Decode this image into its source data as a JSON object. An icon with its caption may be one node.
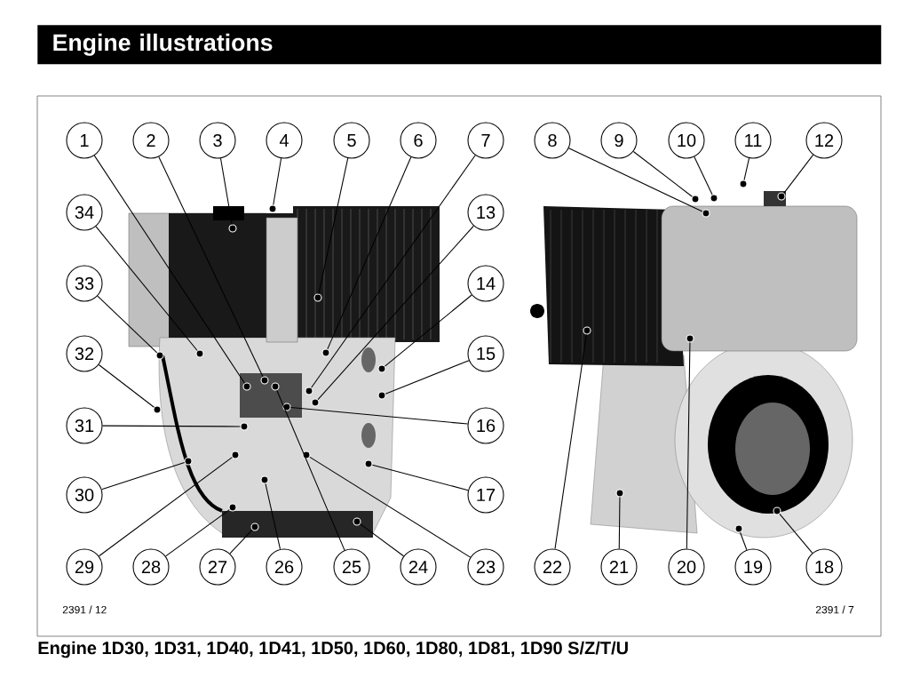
{
  "diagram": {
    "title": "Engine illustrations",
    "caption": "Engine 1D30, 1D31, 1D40, 1D41, 1D50, 1D60, 1D80, 1D81, 1D90 S/Z/T/U",
    "nodes": [
      {
        "text": [
          "1"
        ]
      },
      {
        "text": [
          "2"
        ]
      },
      {
        "text": [
          "3"
        ]
      },
      {
        "text": [
          "4"
        ]
      },
      {
        "text": [
          "5"
        ]
      },
      {
        "text": [
          "6"
        ]
      },
      {
        "text": [
          "7"
        ]
      },
      {
        "text": [
          "8"
        ]
      },
      {
        "text": [
          "9"
        ]
      },
      {
        "text": [
          "10"
        ]
      },
      {
        "text": [
          "11"
        ]
      },
      {
        "text": [
          "12"
        ]
      },
      {
        "text": [
          "34"
        ]
      },
      {
        "text": [
          "13"
        ]
      },
      {
        "text": [
          "33"
        ]
      },
      {
        "text": [
          "14"
        ]
      },
      {
        "text": [
          "32"
        ]
      },
      {
        "text": [
          "15"
        ]
      },
      {
        "text": [
          "31"
        ]
      },
      {
        "text": [
          "16"
        ]
      },
      {
        "text": [
          "30"
        ]
      },
      {
        "text": [
          "17"
        ]
      },
      {
        "text": [
          "29"
        ]
      },
      {
        "text": [
          "28"
        ]
      },
      {
        "text": [
          "27"
        ]
      },
      {
        "text": [
          "26"
        ]
      },
      {
        "text": [
          "25"
        ]
      },
      {
        "text": [
          "24"
        ]
      },
      {
        "text": [
          "23"
        ]
      },
      {
        "text": [
          "22"
        ]
      },
      {
        "text": [
          "21"
        ]
      },
      {
        "text": [
          "20"
        ]
      },
      {
        "text": [
          "19"
        ]
      },
      {
        "text": [
          "18"
        ]
      },
      {
        "text": [],
        "shape": "circle"
      },
      {
        "text": [],
        "shape": "circle"
      },
      {
        "text": [],
        "shape": "circle"
      },
      {
        "text": [],
        "shape": "circle"
      },
      {
        "text": [],
        "shape": "circle"
      },
      {
        "text": [],
        "shape": "circle"
      },
      {
        "text": [],
        "shape": "circle"
      },
      {
        "text": [],
        "shape": "circle"
      },
      {
        "text": [],
        "shape": "circle"
      },
      {
        "text": [],
        "shape": "circle"
      },
      {
        "text": [],
        "shape": "circle"
      },
      {
        "text": [],
        "shape": "circle"
      },
      {
        "text": [],
        "shape": "circle"
      },
      {
        "text": [],
        "shape": "circle"
      },
      {
        "text": [],
        "shape": "circle"
      },
      {
        "text": [],
        "shape": "circle"
      },
      {
        "text": [],
        "shape": "circle"
      },
      {
        "text": [],
        "shape": "circle"
      },
      {
        "text": [],
        "shape": "circle"
      },
      {
        "text": [],
        "shape": "circle"
      },
      {
        "text": [],
        "shape": "circle"
      },
      {
        "text": [],
        "shape": "circle"
      },
      {
        "text": [],
        "shape": "circle"
      },
      {
        "text": [],
        "shape": "circle"
      },
      {
        "text": [],
        "shape": "circle"
      },
      {
        "text": [],
        "shape": "circle"
      },
      {
        "text": [],
        "shape": "circle"
      },
      {
        "text": [],
        "shape": "circle"
      },
      {
        "text": [],
        "shape": "circle"
      },
      {
        "text": [],
        "shape": "circle"
      },
      {
        "text": [],
        "shape": "circle"
      },
      {
        "text": [],
        "shape": "circle"
      },
      {
        "text": [],
        "shape": "circle"
      },
      {
        "text": [],
        "shape": "circle"
      }
    ],
    "edges": [
      {
        "from": 0,
        "to": 34,
        "arrow": "none"
      },
      {
        "from": 1,
        "to": 35,
        "arrow": "none"
      },
      {
        "from": 2,
        "to": 36,
        "arrow": "none"
      },
      {
        "from": 3,
        "to": 37,
        "arrow": "none"
      },
      {
        "from": 4,
        "to": 38,
        "arrow": "none"
      },
      {
        "from": 5,
        "to": 39,
        "arrow": "none"
      },
      {
        "from": 6,
        "to": 40,
        "arrow": "none"
      },
      {
        "from": 7,
        "to": 41,
        "arrow": "none"
      },
      {
        "from": 8,
        "to": 42,
        "arrow": "none"
      },
      {
        "from": 9,
        "to": 43,
        "arrow": "none"
      },
      {
        "from": 10,
        "to": 44,
        "arrow": "none"
      },
      {
        "from": 11,
        "to": 45,
        "arrow": "none"
      },
      {
        "from": 12,
        "to": 46,
        "arrow": "none"
      },
      {
        "from": 13,
        "to": 47,
        "arrow": "none"
      },
      {
        "from": 14,
        "to": 48,
        "arrow": "none"
      },
      {
        "from": 15,
        "to": 49,
        "arrow": "none"
      },
      {
        "from": 16,
        "to": 50,
        "arrow": "none"
      },
      {
        "from": 17,
        "to": 51,
        "arrow": "none"
      },
      {
        "from": 18,
        "to": 52,
        "arrow": "none"
      },
      {
        "from": 19,
        "to": 53,
        "arrow": "none"
      },
      {
        "from": 20,
        "to": 54,
        "arrow": "none"
      },
      {
        "from": 21,
        "to": 55,
        "arrow": "none"
      },
      {
        "from": 22,
        "to": 56,
        "arrow": "none"
      },
      {
        "from": 23,
        "to": 57,
        "arrow": "none"
      },
      {
        "from": 24,
        "to": 58,
        "arrow": "none"
      },
      {
        "from": 25,
        "to": 59,
        "arrow": "none"
      },
      {
        "from": 26,
        "to": 60,
        "arrow": "none"
      },
      {
        "from": 27,
        "to": 61,
        "arrow": "none"
      },
      {
        "from": 28,
        "to": 62,
        "arrow": "none"
      },
      {
        "from": 29,
        "to": 63,
        "arrow": "none"
      },
      {
        "from": 30,
        "to": 64,
        "arrow": "none"
      },
      {
        "from": 31,
        "to": 65,
        "arrow": "none"
      },
      {
        "from": 32,
        "to": 66,
        "arrow": "none"
      },
      {
        "from": 33,
        "to": 67,
        "arrow": "none"
      }
    ],
    "labels": [
      "2391 / 12",
      "2391 / 7"
    ]
  }
}
